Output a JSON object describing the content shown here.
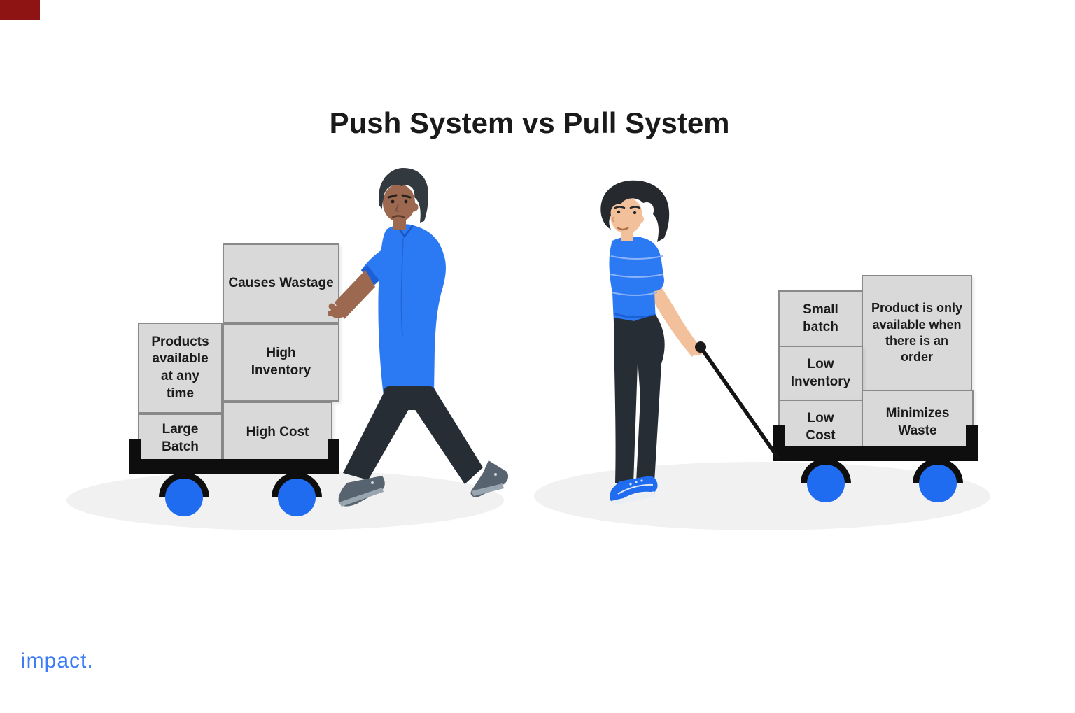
{
  "title": "Push System vs Pull System",
  "logo_text": "impact.",
  "push_cart": {
    "name": "push-system-cart",
    "boxes": [
      {
        "label": "Causes Wastage"
      },
      {
        "label": "Products available at any time"
      },
      {
        "label": "High Inventory"
      },
      {
        "label": "Large Batch"
      },
      {
        "label": "High Cost"
      }
    ]
  },
  "pull_cart": {
    "name": "pull-system-cart",
    "boxes": [
      {
        "label": "Small batch"
      },
      {
        "label": "Product is only available when there is an order"
      },
      {
        "label": "Low Inventory"
      },
      {
        "label": "Low Cost"
      },
      {
        "label": "Minimizes Waste"
      }
    ]
  },
  "colors": {
    "accent_blue": "#1f6cf0",
    "box_fill": "#d9d9d9",
    "box_border": "#8a8a8a",
    "cart_black": "#0e0e0e",
    "logo_blue": "#3d7cf7",
    "title_color": "#1a1a1a",
    "shadow": "#f1f1f1",
    "corner_mark_red": "#8e1414"
  }
}
